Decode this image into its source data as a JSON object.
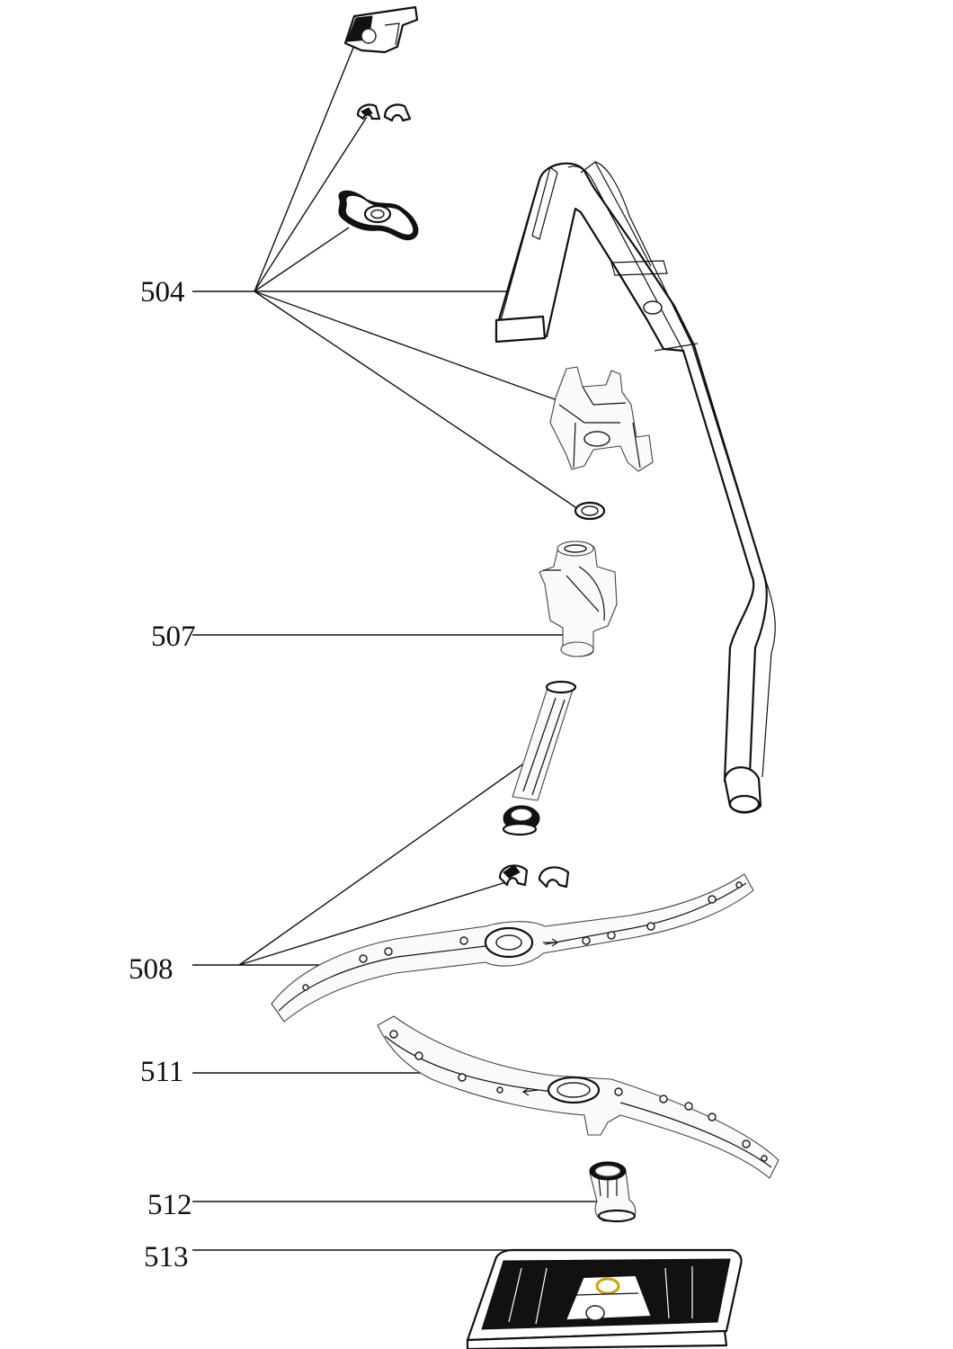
{
  "diagram": {
    "callouts": [
      {
        "id": "504",
        "label": "504"
      },
      {
        "id": "507",
        "label": "507"
      },
      {
        "id": "508",
        "label": "508"
      },
      {
        "id": "511",
        "label": "511"
      },
      {
        "id": "512",
        "label": "512"
      },
      {
        "id": "513",
        "label": "513"
      }
    ],
    "colors": {
      "line": "#111111",
      "background": "#ffffff",
      "accent": "#c9a400"
    }
  }
}
